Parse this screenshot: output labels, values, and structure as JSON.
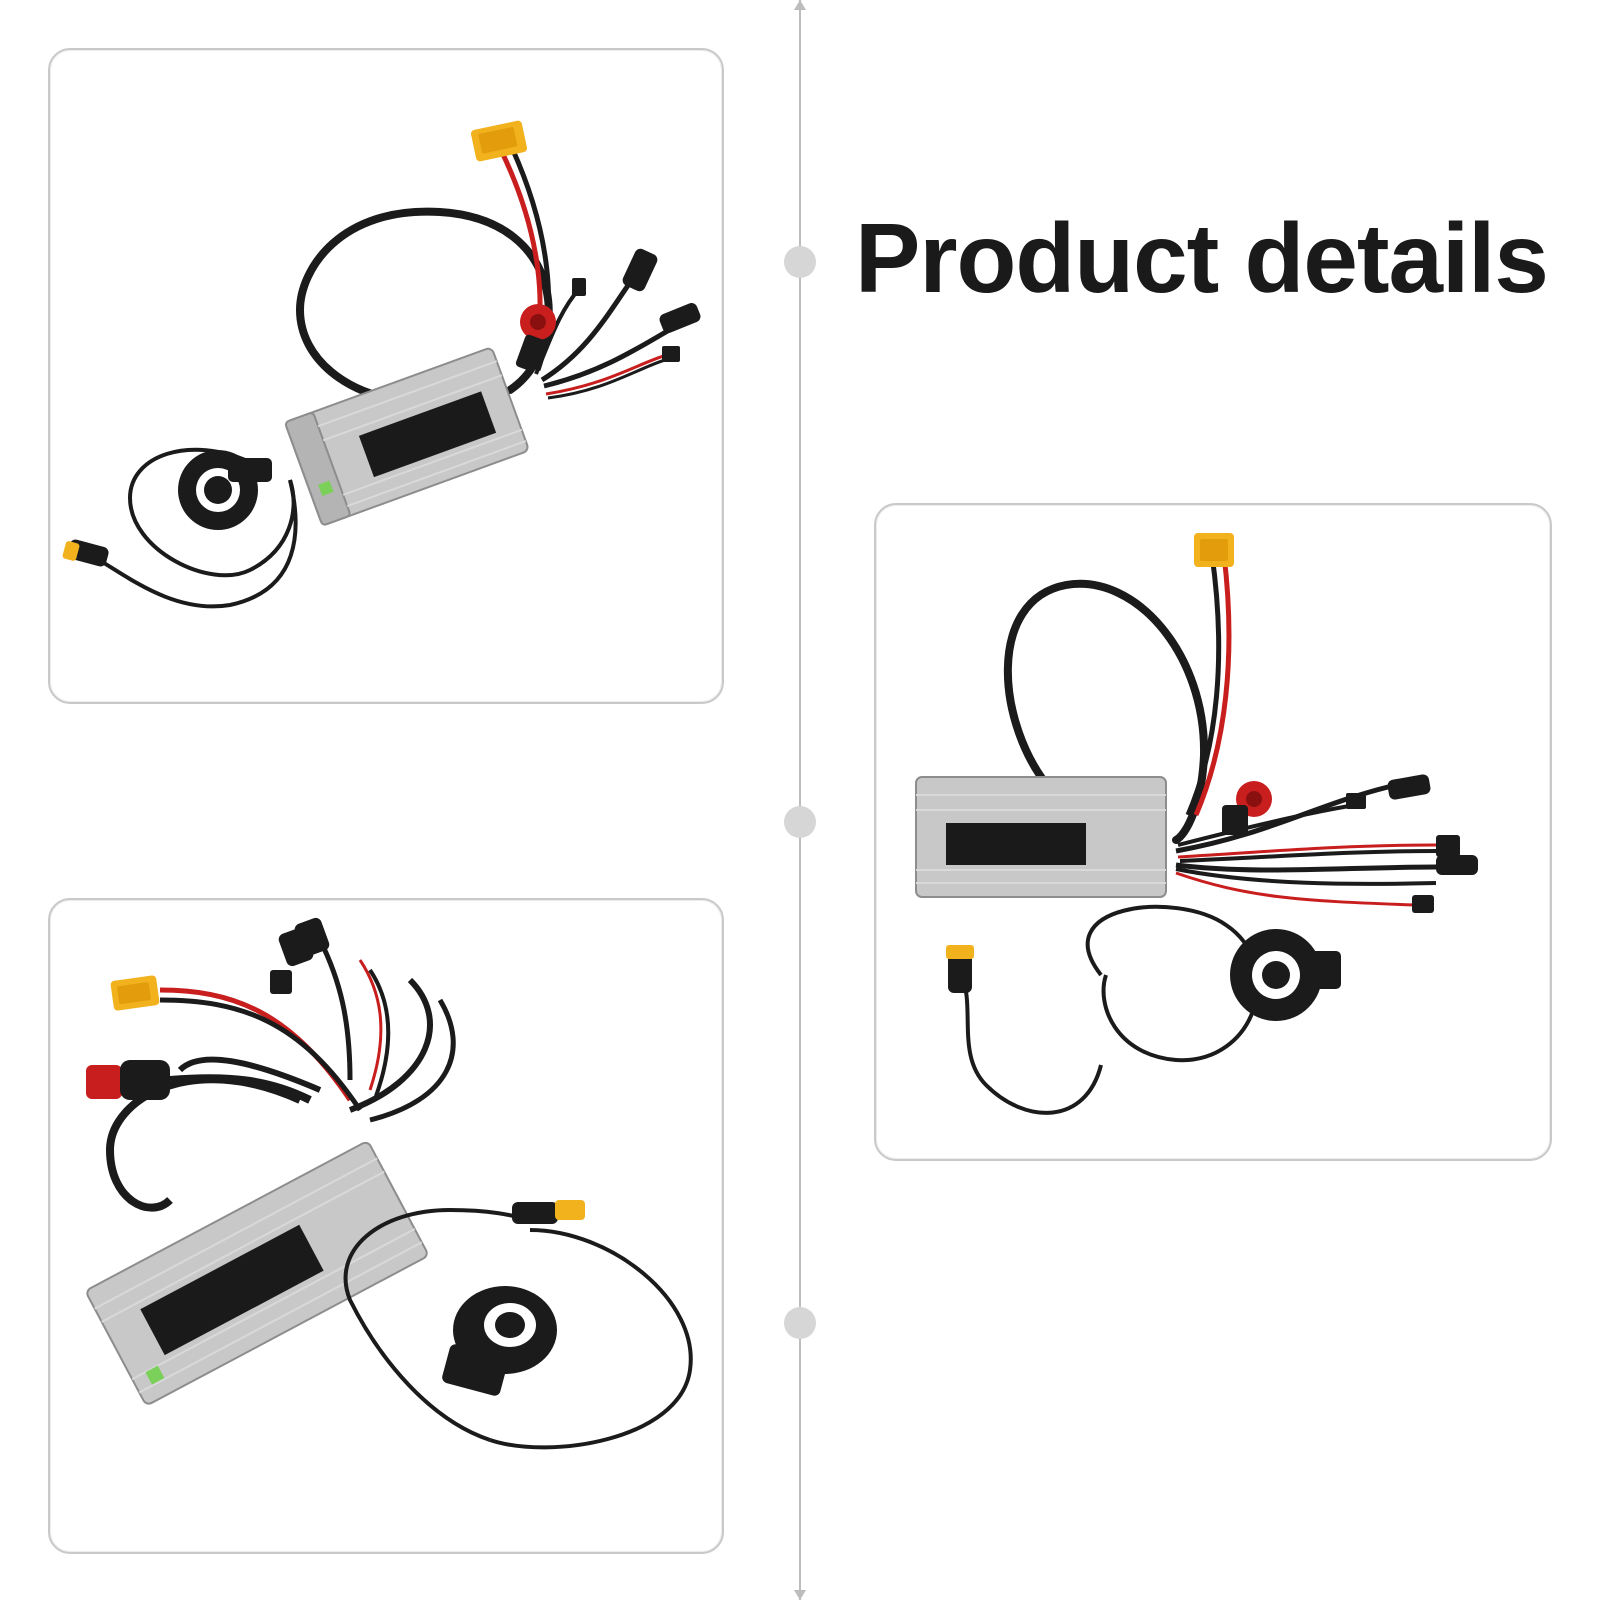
{
  "heading": {
    "title": "Product details"
  },
  "product_images": [
    {
      "label": "controller-view-top-left"
    },
    {
      "label": "controller-view-right"
    },
    {
      "label": "controller-view-bottom-left"
    }
  ],
  "colors": {
    "timeline": "#bdbdbd",
    "card_border": "#c9c9c9",
    "housing": "#c8c8c8",
    "cable": "#1b1b1b",
    "red_wire": "#c81e1e",
    "xt60_yellow": "#f2b21d",
    "label_plate": "#1a1a1a"
  },
  "icons": [
    "timeline-dot-icon",
    "timeline-arrow-icon"
  ]
}
